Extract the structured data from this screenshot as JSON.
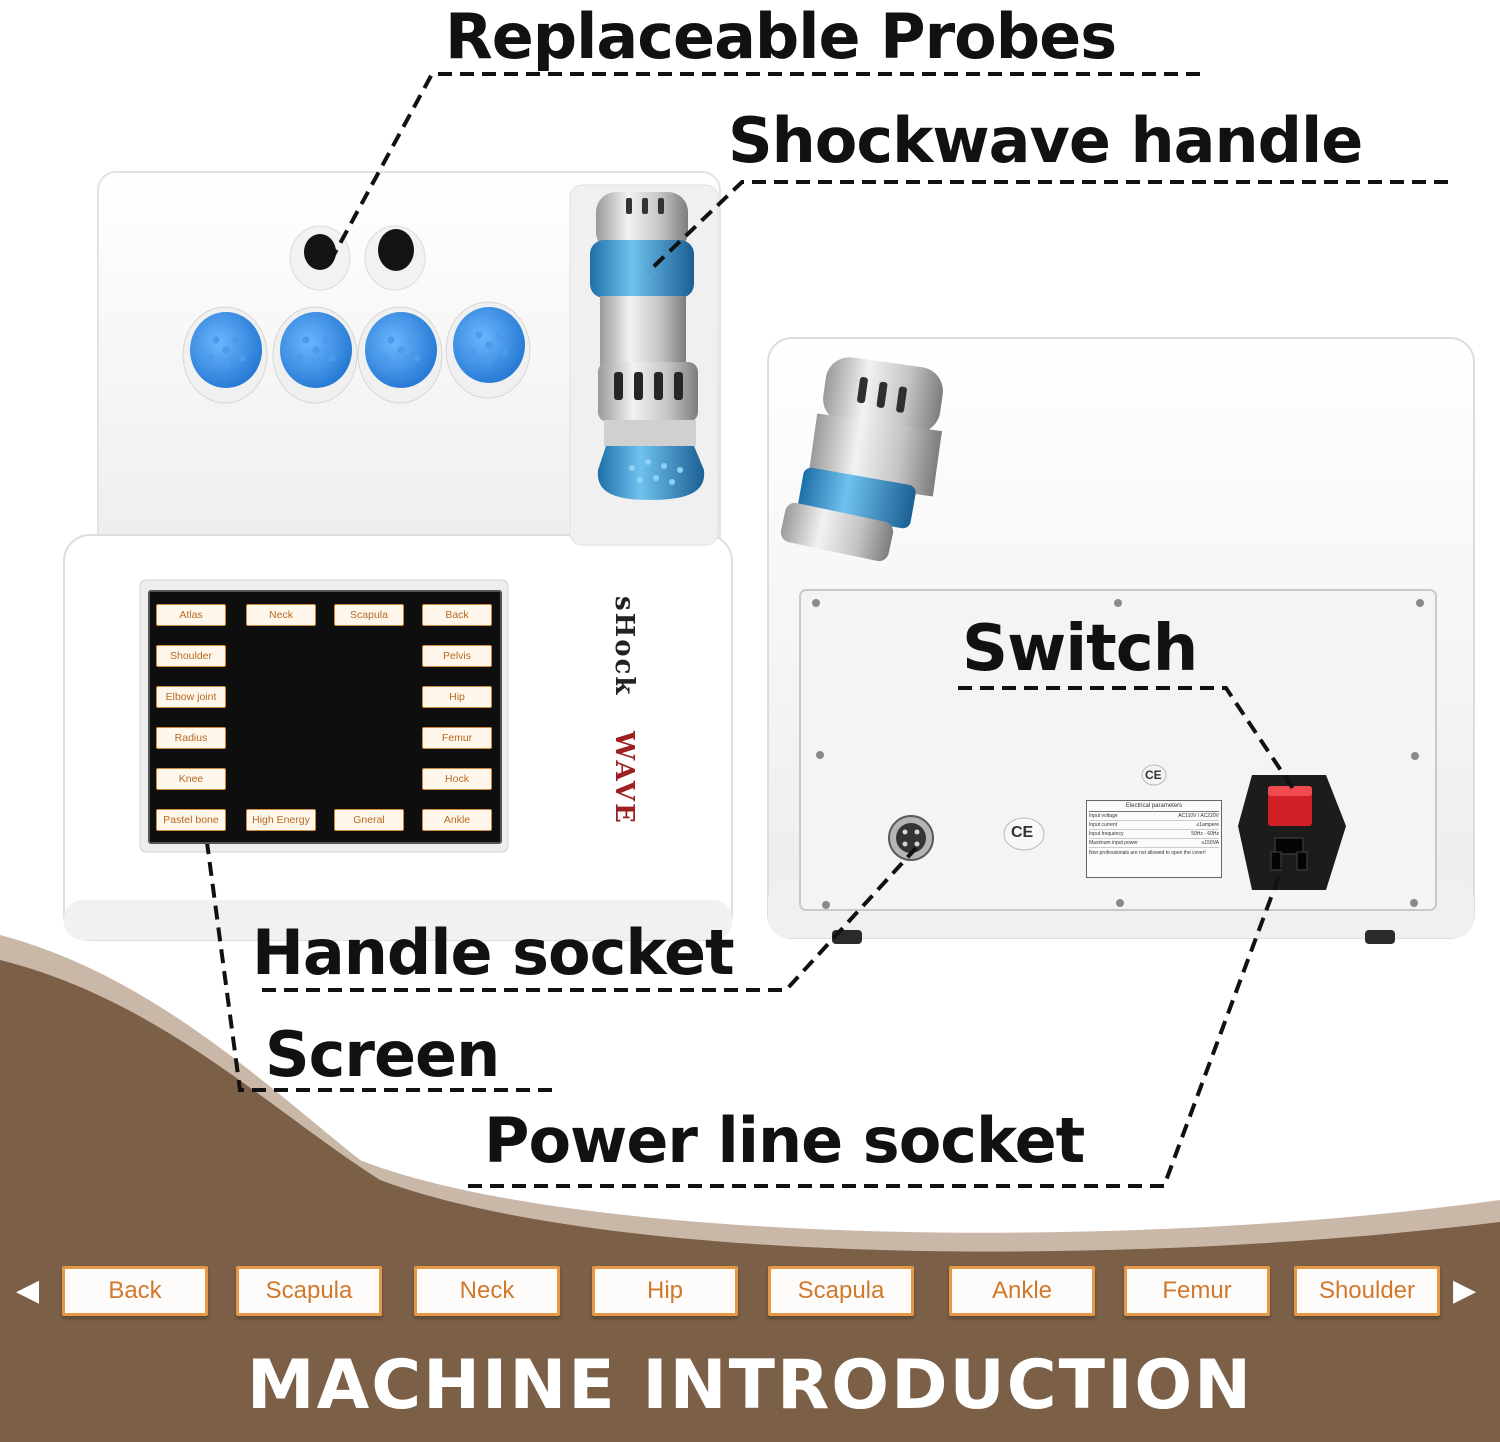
{
  "callouts": {
    "probes": "Replaceable Probes",
    "handle": "Shockwave handle",
    "switch": "Switch",
    "handle_socket": "Handle socket",
    "screen": "Screen",
    "power_socket": "Power line socket"
  },
  "brand": {
    "part1": "sHock",
    "part2": "WAVE"
  },
  "screen_buttons": {
    "atlas": "Atlas",
    "neck": "Neck",
    "scapula": "Scapula",
    "back": "Back",
    "shoulder": "Shoulder",
    "pelvis": "Pelvis",
    "elbow": "Elbow joint",
    "hip": "Hip",
    "radius": "Radius",
    "femur": "Femur",
    "knee": "Knee",
    "hock": "Hock",
    "pastel": "Pastel bone",
    "high": "High Energy",
    "general": "Gneral",
    "ankle": "Ankle"
  },
  "rear_panel": {
    "ce_mark_1": "CE",
    "ce_mark_2": "CE",
    "electrical": {
      "title": "Electrical parameters",
      "rows": [
        {
          "k": "Input voltage",
          "v": "AC110V / AC220V"
        },
        {
          "k": "Input current",
          "v": "≤1ampere"
        },
        {
          "k": "Input frequency",
          "v": "50Hz - 60Hz"
        },
        {
          "k": "Maximum input power",
          "v": "≤150VA"
        }
      ],
      "note": "Non professionals are not allowed to open the cover!"
    }
  },
  "bottom_strip": {
    "chips": [
      "Back",
      "Scapula",
      "Neck",
      "Hip",
      "Scapula",
      "Ankle",
      "Femur",
      "Shoulder"
    ],
    "arrow_left": "◀",
    "arrow_right": "▶",
    "banner": "MACHINE INTRODUCTION"
  },
  "colors": {
    "brown": "#7b5f47",
    "chip_border": "#e59948",
    "chip_text": "#d0792c",
    "brand_red": "#9e1f22",
    "probe_blue": "#2e86d6",
    "switch_red": "#d11f26"
  }
}
